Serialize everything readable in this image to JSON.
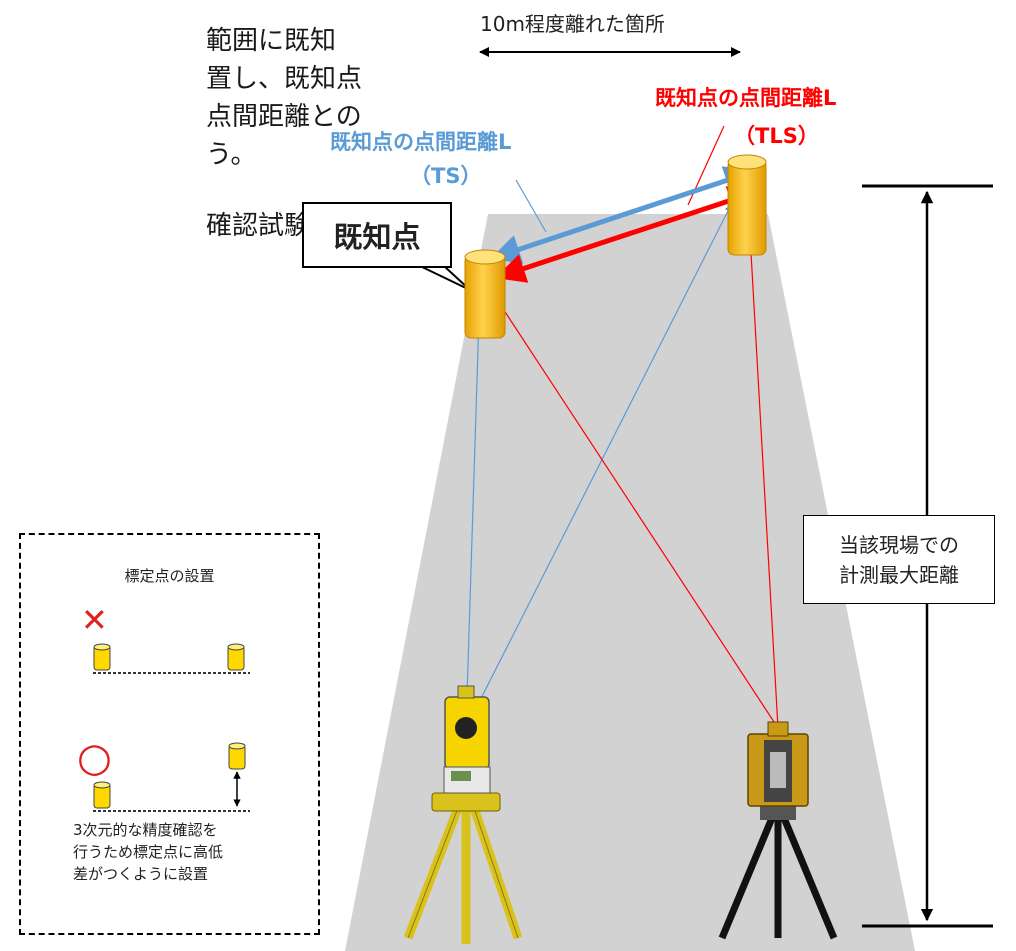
{
  "intro_lines": [
    "範囲に既知",
    "置し、既知点",
    "点間距離との",
    "う。",
    "確認試験を"
  ],
  "top_label": "10m程度離れた箇所",
  "labels": {
    "ts_title": "既知点の点間距離L",
    "ts_sub": "（TS）",
    "tls_title": "既知点の点間距離L",
    "tls_sub": "（TLS）",
    "known_point": "既知点"
  },
  "range_label": [
    "当該現場での",
    "計測最大距離"
  ],
  "inset": {
    "title": "標定点の設置",
    "bad_mark": "✕",
    "good_mark": "○",
    "caption": [
      "3次元的な精度確認を",
      "行うため標定点に高低",
      "差がつくように設置"
    ]
  },
  "colors": {
    "ts": "#5b9bd5",
    "tls": "#ff0000",
    "field": "#d3d2d3",
    "target": "#ffc000"
  }
}
